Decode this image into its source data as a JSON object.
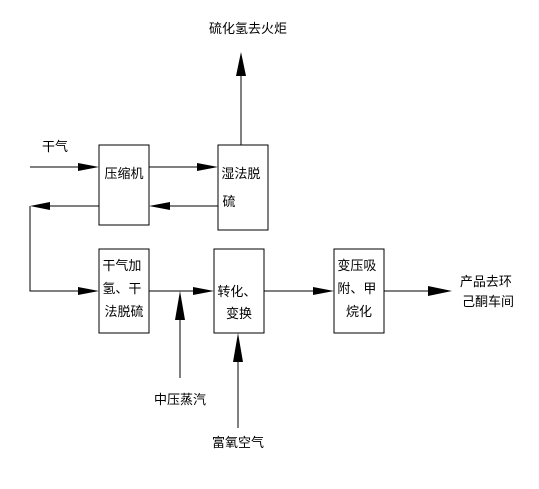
{
  "labels": {
    "h2s_flare": "硫化氢去火炬",
    "dry_gas": "干气",
    "mid_pressure_steam": "中压蒸汽",
    "oxygen_rich_air": "富氧空气",
    "product_to_cyclohexanone": [
      "产品去环",
      "己酮车间"
    ]
  },
  "boxes": {
    "compressor": [
      "压缩机"
    ],
    "wet_desulfurization": [
      "湿法脱",
      "硫"
    ],
    "hydro_dry_desulfurization": [
      "干气加",
      "氢、干",
      "法脱硫"
    ],
    "conversion": [
      "转化、",
      "变换"
    ],
    "psa_methanation": [
      "变压吸",
      "附、甲",
      "烷化"
    ]
  }
}
